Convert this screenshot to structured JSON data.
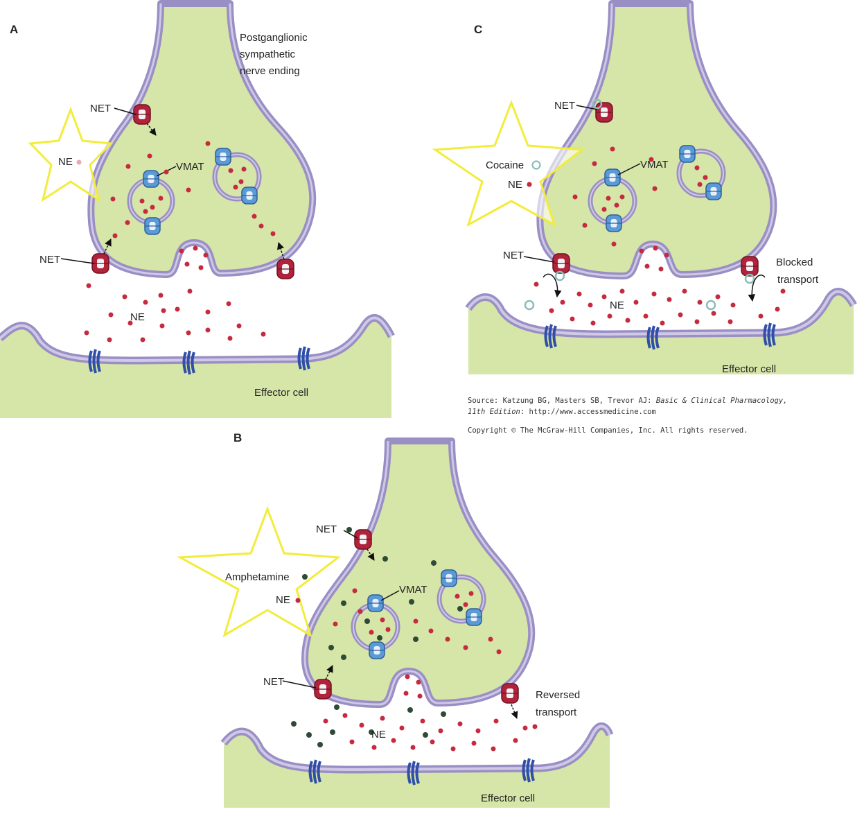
{
  "colors": {
    "cytoplasm": "#d6e5a8",
    "membrane_outer": "#9a8fc4",
    "membrane_inner": "#cfc8e6",
    "ne_dot": "#c62a3f",
    "amphetamine_dot": "#2f4b38",
    "cocaine_ring": "#8cbcb8",
    "net": "#b0233a",
    "vmat": "#5a9ad6",
    "receptor": "#2f4fa8",
    "star": "#f2ec3a"
  },
  "panels": {
    "a": {
      "letter": "A",
      "title": [
        "Postganglionic",
        "sympathetic",
        "nerve ending"
      ],
      "star_ne": "NE",
      "net_label_top": "NET",
      "net_label_left": "NET",
      "vmat": "VMAT",
      "cleft_ne": "NE",
      "effector": "Effector cell"
    },
    "b": {
      "letter": "B",
      "star_drug": "Amphetamine",
      "star_ne": "NE",
      "net_label_top": "NET",
      "net_label_left": "NET",
      "vmat": "VMAT",
      "cleft_ne": "NE",
      "reversed": [
        "Reversed",
        "transport"
      ],
      "effector": "Effector cell"
    },
    "c": {
      "letter": "C",
      "star_drug": "Cocaine",
      "star_ne": "NE",
      "net_label_top": "NET",
      "net_label_left": "NET",
      "vmat": "VMAT",
      "cleft_ne": "NE",
      "blocked": [
        "Blocked",
        "transport"
      ],
      "effector": "Effector cell"
    }
  },
  "source": {
    "prefix": "Source: Katzung BG, Masters SB, Trevor AJ: ",
    "book": "Basic & Clinical Pharmacology,",
    "edition": "11th Edition",
    "url": ": http://www.accessmedicine.com",
    "copyright": "Copyright © The McGraw-Hill Companies, Inc. All rights reserved."
  }
}
